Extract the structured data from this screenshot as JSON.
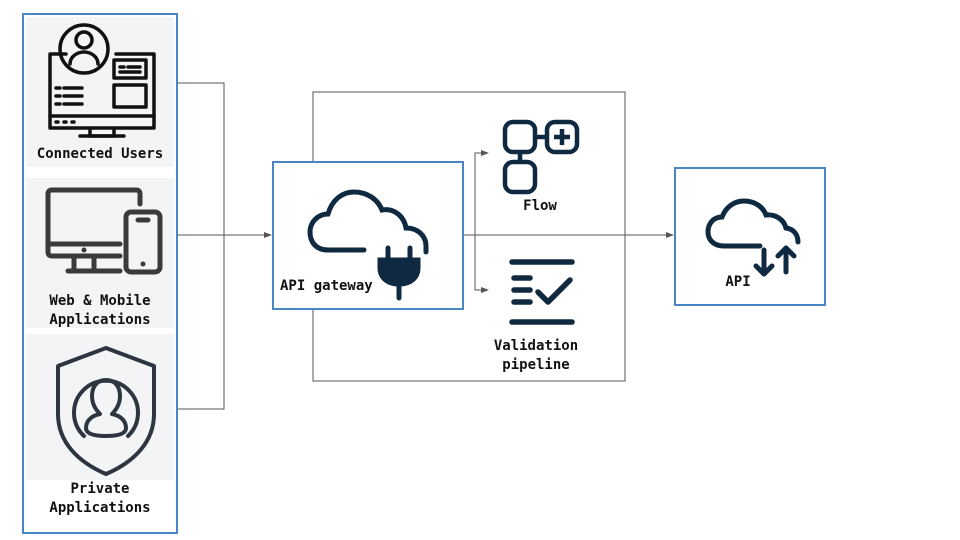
{
  "diagram": {
    "sources": [
      {
        "id": "connected-users",
        "label": "Connected Users",
        "icon": "user-monitor-icon"
      },
      {
        "id": "web-mobile",
        "label_lines": [
          "Web & Mobile",
          "Applications"
        ],
        "icon": "desktop-mobile-icon"
      },
      {
        "id": "private-apps",
        "label_lines": [
          "Private",
          "Applications"
        ],
        "icon": "shield-user-icon"
      }
    ],
    "gateway": {
      "label": "API gateway",
      "icon": "cloud-plug-icon"
    },
    "pipeline": [
      {
        "id": "flow",
        "label": "Flow",
        "icon": "flow-nodes-icon"
      },
      {
        "id": "validation",
        "label_lines": [
          "Validation",
          "pipeline"
        ],
        "icon": "list-check-icon"
      }
    ],
    "target": {
      "label": "API",
      "icon": "cloud-sync-icon"
    },
    "edges": [
      {
        "from": "sources",
        "to": "gateway"
      },
      {
        "from": "gateway",
        "to": "flow"
      },
      {
        "from": "gateway",
        "to": "validation"
      },
      {
        "from": "gateway",
        "to": "api"
      }
    ],
    "colors": {
      "box_border": "#4a86c5",
      "icon": "#0f2a40",
      "line": "#555555",
      "tile_bg": "#f3f4f6"
    }
  }
}
